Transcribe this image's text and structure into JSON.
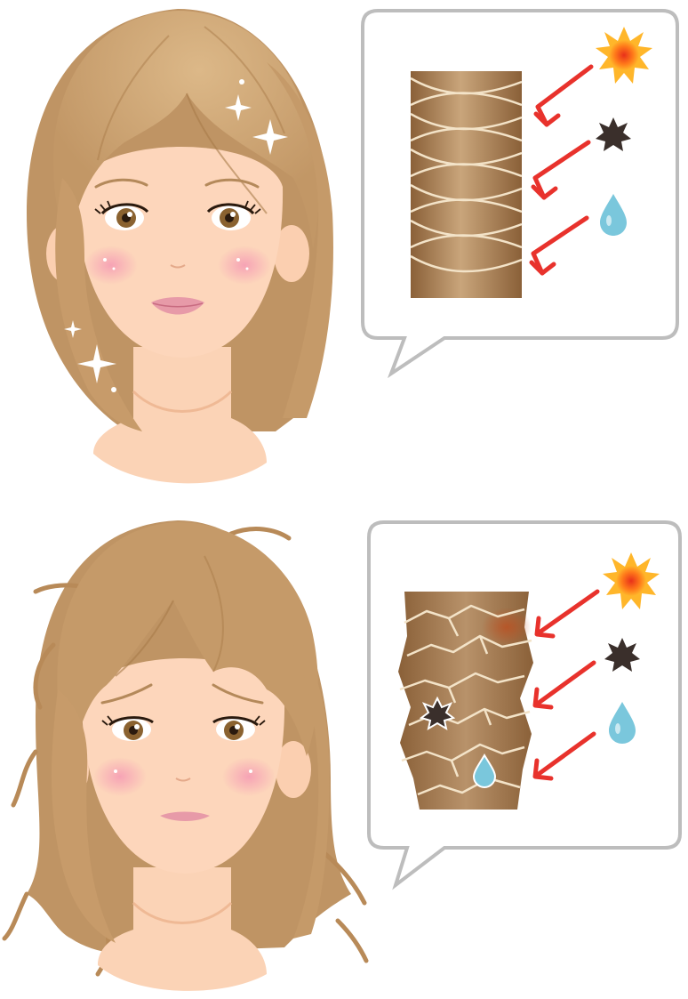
{
  "scenes": [
    {
      "id": "healthy",
      "state": "healthy-hair",
      "factors": [
        "sun-icon",
        "dust-particle-icon",
        "water-drop-icon"
      ],
      "cuticle_condition": "smooth"
    },
    {
      "id": "damaged",
      "state": "damaged-hair",
      "factors": [
        "sun-icon",
        "dust-particle-icon",
        "water-drop-icon"
      ],
      "cuticle_condition": "cracked"
    }
  ],
  "colors": {
    "hair": "#c9a06e",
    "hair_shadow": "#a97c4a",
    "skin": "#fbd3b6",
    "blush": "#f5a5b8",
    "lips": "#e79aa8",
    "eyes": "#8a6230",
    "cuticle_light": "#c4a27a",
    "cuticle_dark": "#8a6038",
    "arrow": "#e8322c",
    "sun": "#ff7a1a",
    "sun_core": "#f24a12",
    "dust": "#3a2f2b",
    "water": "#7ac7dc",
    "bubble_border": "#bdbdbd"
  }
}
